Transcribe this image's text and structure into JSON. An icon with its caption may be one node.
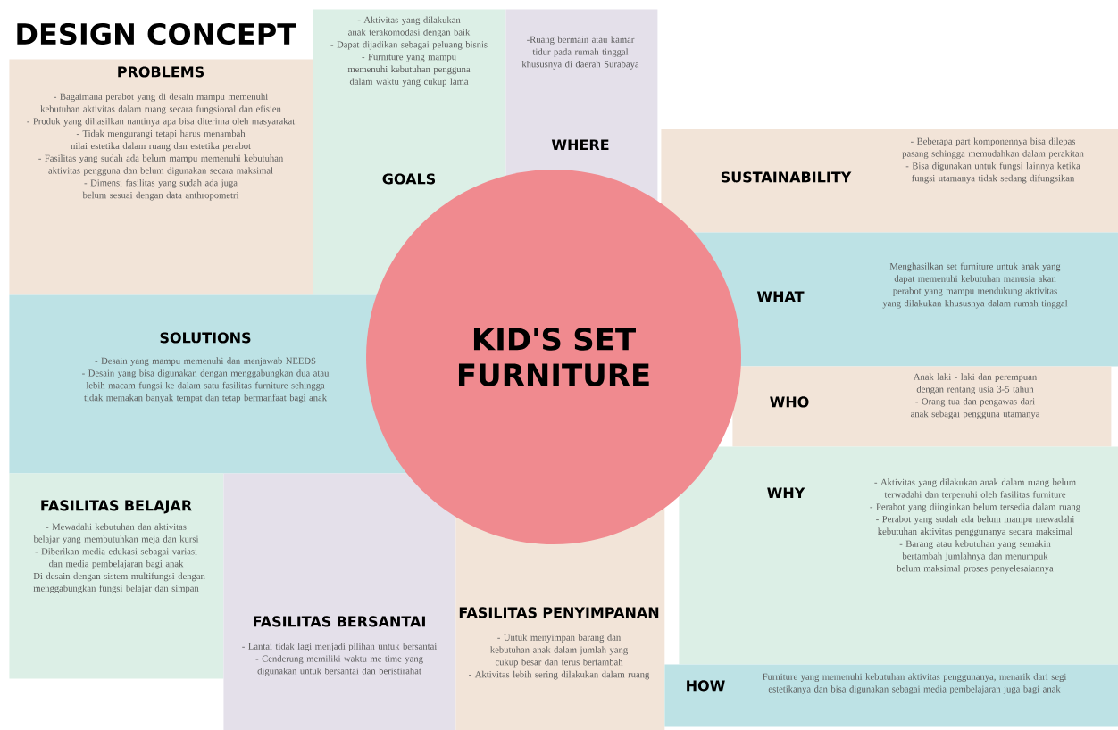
{
  "diagram": {
    "title": "DESIGN CONCEPT",
    "nodes": [
      {
        "text": [
          "PROBLEMS",
          "- Bagaimana perabot yang di desain mampu memenuhi kebutuhan aktivitas dalam ruang secara fungsional dan efisien",
          "- Produk yang dihasilkan nantinya apa bisa diterima oleh masyarakat",
          "- Tidak mengurangi tetapi harus menambah nilai estetika dalam ruang dan estetika perabot",
          "- Fasilitas yang sudah ada belum mampu memenuhi kebutuhan aktivitas pengguna dan belum digunakan secara maksimal",
          "- Dimensi fasilitas yang sudah ada juga belum sesuai dengan data anthropometri"
        ]
      },
      {
        "text": [
          "- Aktivitas yang dilakukan anak terakomodasi dengan baik",
          "- Dapat dijadikan sebagai peluang bisnis",
          "- Furniture yang mampu memenuhi kebutuhan pengguna dalam waktu yang cukup lama",
          "GOALS"
        ]
      },
      {
        "text": [
          "-Ruang bermain atau kamar tidur pada rumah tinggal khususnya di daerah Surabaya",
          "WHERE"
        ]
      },
      {
        "text": [
          "SUSTAINABILITY",
          "- Beberapa part komponennya bisa dilepas pasang sehingga memudahkan dalam perakitan",
          "- Bisa digunakan untuk fungsi lainnya ketika fungsi utamanya tidak sedang difungsikan"
        ]
      },
      {
        "text": [
          "WHAT",
          "Menghasilkan set furniture untuk anak yang dapat memenuhi kebutuhan manusia akan perabot yang mampu mendukung aktivitas yang dilakukan khususnya dalam rumah tinggal"
        ]
      },
      {
        "text": [
          "SOLUTIONS",
          "- Desain yang mampu memenuhi dan menjawab NEEDS",
          "- Desain yang bisa digunakan dengan menggabungkan dua atau lebih macam fungsi ke dalam satu fasilitas furniture sehingga tidak memakan banyak tempat dan tetap bermanfaat bagi anak"
        ]
      },
      {
        "text": [
          "KID'S SET FURNITURE"
        ]
      },
      {
        "text": [
          "WHO",
          "Anak laki - laki dan perempuan dengan rentang usia 3-5 tahun",
          "- Orang tua dan pengawas dari anak sebagai pengguna utamanya"
        ]
      },
      {
        "text": [
          "WHY",
          "- Aktivitas yang dilakukan anak dalam ruang belum terwadahi dan terpenuhi oleh fasilitas furniture",
          "- Perabot yang diinginkan belum tersedia dalam ruang",
          "- Perabot yang sudah ada belum mampu mewadahi kebutuhan aktivitas penggunanya secara maksimal",
          "- Barang atau kebutuhan yang semakin bertambah jumlahnya dan menumpuk belum maksimal proses penyelesaiannya"
        ]
      },
      {
        "text": [
          "FASILITAS BELAJAR",
          "- Mewadahi kebutuhan dan aktivitas belajar yang membutuhkan meja dan kursi",
          "- Diberikan media edukasi sebagai variasi dan media pembelajaran bagi anak",
          "- Di desain dengan sistem multifungsi dengan menggabungkan fungsi belajar dan simpan"
        ]
      },
      {
        "text": [
          "FASILITAS BERSANTAI",
          "- Lantai tidak lagi menjadi pilihan untuk bersantai",
          "- Cenderung memiliki waktu me time yang digunakan untuk bersantai dan beristirahat"
        ]
      },
      {
        "text": [
          "FASILITAS PENYIMPANAN",
          "- Untuk menyimpan barang dan kebutuhan anak dalam jumlah yang cukup besar dan terus bertambah",
          "- Aktivitas lebih sering dilakukan dalam ruang"
        ]
      },
      {
        "text": [
          "HOW",
          "Furniture yang memenuhi kebutuhan aktivitas penggunanya, menarik dari segi estetikanya dan bisa digunakan sebagai media pembelajaran juga bagi anak"
        ]
      }
    ]
  }
}
